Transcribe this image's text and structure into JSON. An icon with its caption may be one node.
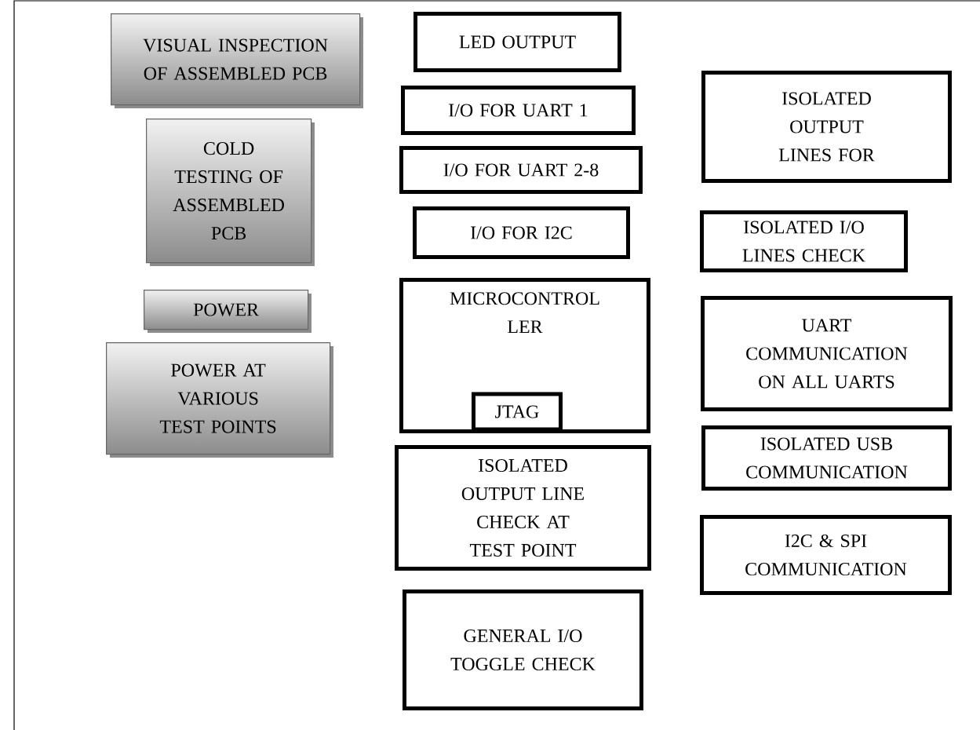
{
  "diagram": {
    "nodes": [
      {
        "text": [
          "VISUAL INSPECTION OF ASSEMBLED PCB"
        ]
      },
      {
        "text": [
          "COLD TESTING OF ASSEMBLED PCB"
        ]
      },
      {
        "text": [
          "POWER"
        ]
      },
      {
        "text": [
          "POWER AT VARIOUS TEST POINTS"
        ]
      },
      {
        "text": [
          "LED OUTPUT"
        ]
      },
      {
        "text": [
          "I/O FOR UART 1"
        ]
      },
      {
        "text": [
          "I/O FOR UART 2-8"
        ]
      },
      {
        "text": [
          "I/O FOR I2C"
        ]
      },
      {
        "text": [
          "MICROCONTROL LER"
        ]
      },
      {
        "text": [
          "JTAG"
        ],
        "in": 8
      },
      {
        "text": [
          "ISOLATED OUTPUT LINE CHECK AT TEST POINT"
        ]
      },
      {
        "text": [
          "GENERAL I/O TOGGLE CHECK"
        ]
      },
      {
        "text": [
          "ISOLATED OUTPUT LINES FOR"
        ]
      },
      {
        "text": [
          "ISOLATED I/O LINES CHECK"
        ]
      },
      {
        "text": [
          "UART COMMUNICATION ON ALL UARTS"
        ]
      },
      {
        "text": [
          "ISOLATED USB COMMUNICATION"
        ]
      },
      {
        "text": [
          "I2C & SPI COMMUNICATION"
        ]
      }
    ]
  }
}
